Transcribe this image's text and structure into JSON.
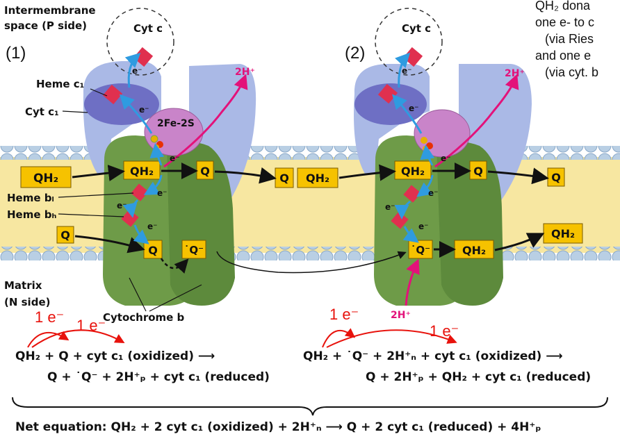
{
  "labels": {
    "intermembrane_line1": "Intermembrane",
    "intermembrane_line2": "space (P side)",
    "matrix_line1": "Matrix",
    "matrix_line2": "(N side)",
    "cyt_c": "Cyt c",
    "heme_c1": "Heme c₁",
    "cyt_c1": "Cyt c₁",
    "fe_s": "2Fe-2S",
    "heme_bl": "Heme bₗ",
    "heme_bh": "Heme bₕ",
    "cytochrome_b": "Cytochrome b",
    "two_h_plus": "2H⁺",
    "electron": "e⁻",
    "panel1": "(1)",
    "panel2": "(2)"
  },
  "molecules": {
    "qh2": "QH₂",
    "q": "Q",
    "semiquinone": "˙Q⁻"
  },
  "electron_counts": {
    "one_e": "1 e⁻"
  },
  "side_text": {
    "line1": "QH₂ dona",
    "line2": "one e- to c",
    "line3": "(via Ries",
    "line4": "and one e",
    "line5": "(via cyt. b"
  },
  "equations": {
    "panel1_top": "QH₂ + Q +  cyt c₁ (oxidized) ⟶",
    "panel1_bottom": "Q + ˙Q⁻ + 2H⁺ₚ + cyt c₁ (reduced)",
    "panel2_top": "QH₂ + ˙Q⁻ + 2H⁺ₙ + cyt c₁ (oxidized) ⟶",
    "panel2_bottom": "Q + 2H⁺ₚ + QH₂ + cyt c₁ (reduced)",
    "net": "Net equation:  QH₂ + 2 cyt c₁ (oxidized) + 2H⁺ₙ ⟶ Q + 2 cyt c₁ (reduced) + 4H⁺ₚ"
  },
  "colors": {
    "membrane_band": "#f7e7a1",
    "lipid_head": "#b9cfe4",
    "complex_blue": "#aab9e6",
    "cyt_c1_violet": "#6e6fc4",
    "fe_s_purple": "#c984c9",
    "cyt_b_green": "#6e9b48",
    "heme_red": "#e0304f",
    "quinone_box": "#f6c200",
    "electron_arrow": "#2f9be0",
    "proton_arrow": "#e3127a",
    "annotation_red": "#e8120c"
  }
}
